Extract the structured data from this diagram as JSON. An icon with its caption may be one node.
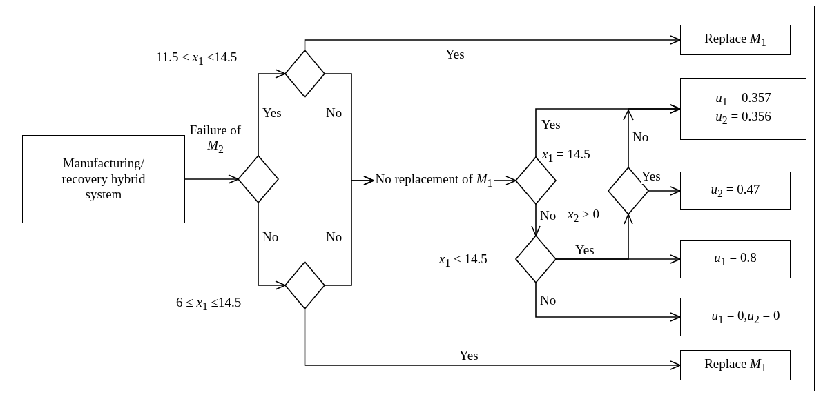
{
  "diagram": {
    "nodes": [
      {
        "text": [
          "Manufacturing/ recovery hybrid system"
        ]
      },
      {
        "text": [],
        "shape": "diamond"
      },
      {
        "text": [],
        "shape": "diamond",
        "beside": [
          "11.5 ≤ *x*$_{1}$ ≤14.5"
        ]
      },
      {
        "text": [],
        "shape": "diamond",
        "beside": [
          "6 ≤ *x*$_{1}$ ≤14.5"
        ]
      },
      {
        "text": [
          "No replacement of *M*$_{1}$"
        ]
      },
      {
        "text": [],
        "shape": "diamond",
        "beside": [
          "*x*$_{1}$ = 14.5"
        ]
      },
      {
        "text": [],
        "shape": "diamond",
        "beside": [
          "*x*$_{1}$ < 14.5"
        ]
      },
      {
        "text": [],
        "shape": "diamond",
        "beside": [
          "*x*$_{2}$ > 0"
        ]
      },
      {
        "text": [
          "Replace *M*$_{1}$"
        ]
      },
      {
        "text": [
          "*u*$_{1}$ = 0.357",
          "*u*$_{2}$ = 0.356"
        ]
      },
      {
        "text": [
          "*u*$_{2}$ = 0.47"
        ]
      },
      {
        "text": [
          "*u*$_{1}$ = 0.8"
        ]
      },
      {
        "text": [
          "*u*$_{1}$ = 0,*u*$_{2}$ = 0"
        ]
      },
      {
        "text": [
          "Replace *M*$_{1}$"
        ]
      }
    ],
    "edges": [
      {
        "from": 0,
        "to": 1,
        "arrow": "to",
        "label": "Failure of *M*$_{2}$"
      },
      {
        "from": 1,
        "to": 2,
        "arrow": "to",
        "label": "Yes"
      },
      {
        "from": 1,
        "to": 3,
        "arrow": "to",
        "label": "No"
      },
      {
        "from": 2,
        "to": 8,
        "arrow": "to",
        "label": "Yes"
      },
      {
        "from": 2,
        "to": 4,
        "arrow": "to",
        "label": "No"
      },
      {
        "from": 3,
        "to": 4,
        "arrow": "to",
        "label": "No"
      },
      {
        "from": 3,
        "to": 13,
        "arrow": "to",
        "label": "Yes"
      },
      {
        "from": 4,
        "to": 5,
        "arrow": "to"
      },
      {
        "from": 5,
        "to": 9,
        "arrow": "to",
        "label": "Yes"
      },
      {
        "from": 5,
        "to": 6,
        "arrow": "to",
        "label": "No"
      },
      {
        "from": 6,
        "to": 11,
        "arrow": "to",
        "label": "Yes"
      },
      {
        "from": 6,
        "to": 12,
        "arrow": "to",
        "label": "No"
      },
      {
        "from": 6,
        "to": 7,
        "arrow": "to"
      },
      {
        "from": 7,
        "to": 10,
        "arrow": "to",
        "label": "Yes"
      },
      {
        "from": 7,
        "to": 9,
        "arrow": "to",
        "label": "No"
      }
    ]
  }
}
